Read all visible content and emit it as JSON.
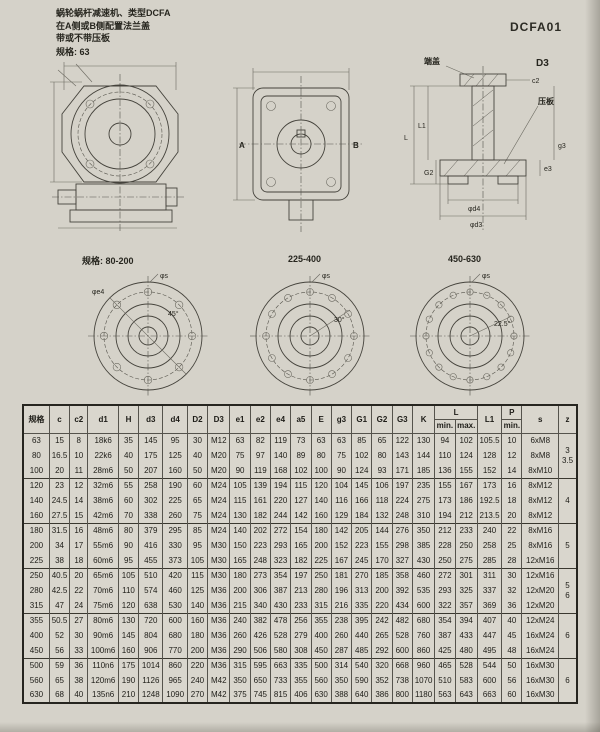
{
  "header": {
    "title_lines": [
      "蜗轮蜗杆减速机、类型DCFA",
      "在A侧或B侧配置法兰盖",
      "带或不带压板"
    ],
    "doc_code": "DCFA01",
    "spec63_label": "规格: 63"
  },
  "drawings": {
    "front_view": {
      "label_a": "A",
      "label_b": "B"
    },
    "detail": {
      "title": "D3",
      "end_cover": "端盖",
      "press_plate": "压板",
      "dims": {
        "l": "L",
        "l1": "L1",
        "g2": "G2",
        "e3": "e3",
        "g3": "g3",
        "c2": "c2",
        "d4": "φd4",
        "d3": "φd3"
      }
    },
    "flanges": [
      {
        "spec": "规格: 80-200",
        "dia_label": "φs",
        "dia2_label": "φe4",
        "angle": "45°"
      },
      {
        "spec": "225-400",
        "dia_label": "φs",
        "angle": "30°"
      },
      {
        "spec": "450-630",
        "dia_label": "φs",
        "angle": "22.5°"
      }
    ]
  },
  "table": {
    "col_headers": [
      "规格",
      "c",
      "c2",
      "d1",
      "H",
      "d3",
      "d4",
      "D2",
      "D3",
      "e1",
      "e2",
      "e4",
      "a5",
      "E",
      "g3",
      "G1",
      "G2",
      "G3",
      "K"
    ],
    "l_header": "L",
    "l_sub": [
      "min.",
      "max."
    ],
    "l1_header": "L1",
    "p_header": "P",
    "p_sub": "min.",
    "s_header": "s",
    "z_header": "z",
    "groups": [
      {
        "z": [
          "3",
          "3.5"
        ],
        "rows": [
          [
            "63",
            "15",
            "8",
            "18k6",
            "35",
            "145",
            "95",
            "30",
            "M12",
            "63",
            "82",
            "119",
            "73",
            "63",
            "63",
            "85",
            "65",
            "122",
            "130",
            "94",
            "102",
            "105.5",
            "10",
            "6xM8"
          ],
          [
            "80",
            "16.5",
            "10",
            "22k6",
            "40",
            "175",
            "125",
            "40",
            "M20",
            "75",
            "97",
            "140",
            "89",
            "80",
            "75",
            "102",
            "80",
            "143",
            "144",
            "110",
            "124",
            "128",
            "12",
            "8xM8"
          ],
          [
            "100",
            "20",
            "11",
            "28m6",
            "50",
            "207",
            "160",
            "50",
            "M20",
            "90",
            "119",
            "168",
            "102",
            "100",
            "90",
            "124",
            "93",
            "171",
            "185",
            "136",
            "155",
            "152",
            "14",
            "8xM10"
          ]
        ]
      },
      {
        "z": [
          "4"
        ],
        "rows": [
          [
            "120",
            "23",
            "12",
            "32m6",
            "55",
            "258",
            "190",
            "60",
            "M24",
            "105",
            "139",
            "194",
            "115",
            "120",
            "104",
            "145",
            "106",
            "197",
            "235",
            "155",
            "167",
            "173",
            "16",
            "8xM12"
          ],
          [
            "140",
            "24.5",
            "14",
            "38m6",
            "60",
            "302",
            "225",
            "65",
            "M24",
            "115",
            "161",
            "220",
            "127",
            "140",
            "116",
            "166",
            "118",
            "224",
            "275",
            "173",
            "186",
            "192.5",
            "18",
            "8xM12"
          ],
          [
            "160",
            "27.5",
            "15",
            "42m6",
            "70",
            "338",
            "260",
            "75",
            "M24",
            "130",
            "182",
            "244",
            "142",
            "160",
            "129",
            "184",
            "132",
            "248",
            "310",
            "194",
            "212",
            "213.5",
            "20",
            "8xM12"
          ]
        ]
      },
      {
        "z": [
          "5"
        ],
        "rows": [
          [
            "180",
            "31.5",
            "16",
            "48m6",
            "80",
            "379",
            "295",
            "85",
            "M24",
            "140",
            "202",
            "272",
            "154",
            "180",
            "142",
            "205",
            "144",
            "276",
            "350",
            "212",
            "233",
            "240",
            "22",
            "8xM16"
          ],
          [
            "200",
            "34",
            "17",
            "55m6",
            "90",
            "416",
            "330",
            "95",
            "M30",
            "150",
            "223",
            "293",
            "165",
            "200",
            "152",
            "223",
            "155",
            "298",
            "385",
            "228",
            "250",
            "258",
            "25",
            "8xM16"
          ],
          [
            "225",
            "38",
            "18",
            "60m6",
            "95",
            "455",
            "373",
            "105",
            "M30",
            "165",
            "248",
            "323",
            "182",
            "225",
            "167",
            "245",
            "170",
            "327",
            "430",
            "250",
            "275",
            "285",
            "28",
            "12xM16"
          ]
        ]
      },
      {
        "z": [
          "5",
          "6"
        ],
        "rows": [
          [
            "250",
            "40.5",
            "20",
            "65m6",
            "105",
            "510",
            "420",
            "115",
            "M30",
            "180",
            "273",
            "354",
            "197",
            "250",
            "181",
            "270",
            "185",
            "358",
            "460",
            "272",
            "301",
            "311",
            "30",
            "12xM16"
          ],
          [
            "280",
            "42.5",
            "22",
            "70m6",
            "110",
            "574",
            "460",
            "125",
            "M36",
            "200",
            "306",
            "387",
            "213",
            "280",
            "196",
            "313",
            "200",
            "392",
            "535",
            "293",
            "325",
            "337",
            "32",
            "12xM20"
          ],
          [
            "315",
            "47",
            "24",
            "75m6",
            "120",
            "638",
            "530",
            "140",
            "M36",
            "215",
            "340",
            "430",
            "233",
            "315",
            "216",
            "335",
            "220",
            "434",
            "600",
            "322",
            "357",
            "369",
            "36",
            "12xM20"
          ]
        ]
      },
      {
        "z": [
          "6"
        ],
        "rows": [
          [
            "355",
            "50.5",
            "27",
            "80m6",
            "130",
            "720",
            "600",
            "160",
            "M36",
            "240",
            "382",
            "478",
            "256",
            "355",
            "238",
            "395",
            "242",
            "482",
            "680",
            "354",
            "394",
            "407",
            "40",
            "12xM24"
          ],
          [
            "400",
            "52",
            "30",
            "90m6",
            "145",
            "804",
            "680",
            "180",
            "M36",
            "260",
            "426",
            "528",
            "279",
            "400",
            "260",
            "440",
            "265",
            "528",
            "760",
            "387",
            "433",
            "447",
            "45",
            "16xM24"
          ],
          [
            "450",
            "56",
            "33",
            "100m6",
            "160",
            "906",
            "770",
            "200",
            "M36",
            "290",
            "506",
            "580",
            "308",
            "450",
            "287",
            "485",
            "292",
            "600",
            "860",
            "425",
            "480",
            "495",
            "48",
            "16xM24"
          ]
        ]
      },
      {
        "z": [
          "6"
        ],
        "rows": [
          [
            "500",
            "59",
            "36",
            "110n6",
            "175",
            "1014",
            "860",
            "220",
            "M36",
            "315",
            "595",
            "663",
            "335",
            "500",
            "314",
            "540",
            "320",
            "668",
            "960",
            "465",
            "528",
            "544",
            "50",
            "16xM30"
          ],
          [
            "560",
            "65",
            "38",
            "120m6",
            "190",
            "1126",
            "965",
            "240",
            "M42",
            "350",
            "650",
            "733",
            "355",
            "560",
            "350",
            "590",
            "352",
            "738",
            "1070",
            "510",
            "583",
            "600",
            "56",
            "16xM30"
          ],
          [
            "630",
            "68",
            "40",
            "135n6",
            "210",
            "1248",
            "1090",
            "270",
            "M42",
            "375",
            "745",
            "815",
            "406",
            "630",
            "388",
            "640",
            "386",
            "800",
            "1180",
            "563",
            "643",
            "663",
            "60",
            "16xM30"
          ]
        ]
      }
    ]
  }
}
